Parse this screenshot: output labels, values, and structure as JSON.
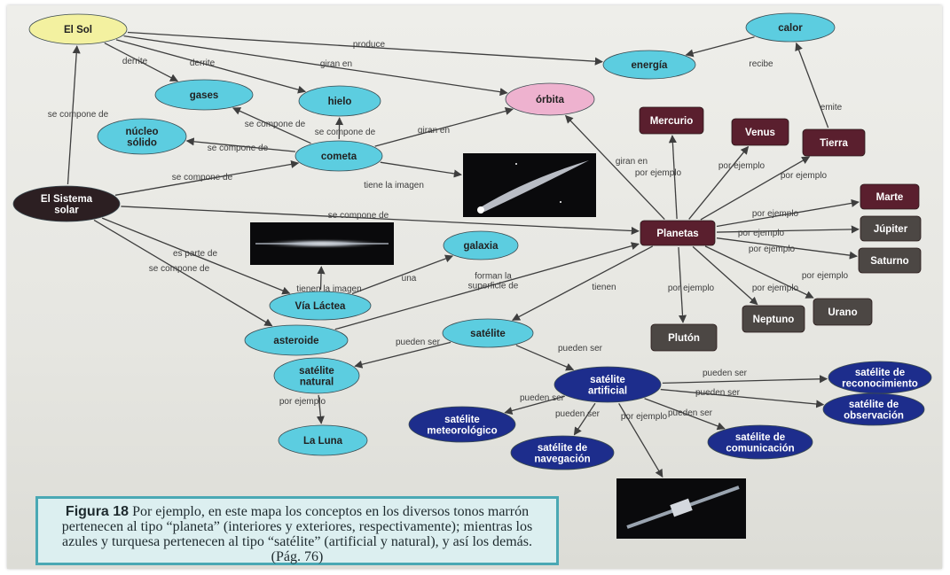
{
  "diagram": {
    "colors": {
      "sun": "#f3f1a0",
      "turquoise": "#5ccde0",
      "orbit": "#eeb2cf",
      "planet_inner": "#5a1f2e",
      "planet_outer": "#4c4744",
      "artificial": "#1d2d8c",
      "dark_node": "#2c1f22"
    },
    "nodes": [
      {
        "id": "sol",
        "label": "El Sol",
        "shape": "ellipse",
        "fill": "#f3f1a0",
        "text": "#222222"
      },
      {
        "id": "sistema",
        "label": "El Sistema\nsolar",
        "shape": "ellipse",
        "fill": "#2c1f22",
        "text": "#ffffff"
      },
      {
        "id": "gases",
        "label": "gases",
        "shape": "ellipse",
        "fill": "#5ccde0",
        "text": "#222222"
      },
      {
        "id": "hielo",
        "label": "hielo",
        "shape": "ellipse",
        "fill": "#5ccde0",
        "text": "#222222"
      },
      {
        "id": "nucleo",
        "label": "núcleo\nsólido",
        "shape": "ellipse",
        "fill": "#5ccde0",
        "text": "#222222"
      },
      {
        "id": "cometa",
        "label": "cometa",
        "shape": "ellipse",
        "fill": "#5ccde0",
        "text": "#222222"
      },
      {
        "id": "orbita",
        "label": "órbita",
        "shape": "ellipse",
        "fill": "#eeb2cf",
        "text": "#222222"
      },
      {
        "id": "energia",
        "label": "energía",
        "shape": "ellipse",
        "fill": "#5ccde0",
        "text": "#222222"
      },
      {
        "id": "calor",
        "label": "calor",
        "shape": "ellipse",
        "fill": "#5ccde0",
        "text": "#222222"
      },
      {
        "id": "mercurio",
        "label": "Mercurio",
        "shape": "rect",
        "fill": "#5a1f2e",
        "text": "#ffffff"
      },
      {
        "id": "venus",
        "label": "Venus",
        "shape": "rect",
        "fill": "#5a1f2e",
        "text": "#ffffff"
      },
      {
        "id": "tierra",
        "label": "Tierra",
        "shape": "rect",
        "fill": "#5a1f2e",
        "text": "#ffffff"
      },
      {
        "id": "marte",
        "label": "Marte",
        "shape": "rect",
        "fill": "#5a1f2e",
        "text": "#ffffff"
      },
      {
        "id": "jupiter",
        "label": "Júpiter",
        "shape": "rect",
        "fill": "#4c4744",
        "text": "#ffffff"
      },
      {
        "id": "saturno",
        "label": "Saturno",
        "shape": "rect",
        "fill": "#4c4744",
        "text": "#ffffff"
      },
      {
        "id": "planetas",
        "label": "Planetas",
        "shape": "rect",
        "fill": "#5a1f2e",
        "text": "#ffffff"
      },
      {
        "id": "pluton",
        "label": "Plutón",
        "shape": "rect",
        "fill": "#4c4744",
        "text": "#ffffff"
      },
      {
        "id": "neptuno",
        "label": "Neptuno",
        "shape": "rect",
        "fill": "#4c4744",
        "text": "#ffffff"
      },
      {
        "id": "urano",
        "label": "Urano",
        "shape": "rect",
        "fill": "#4c4744",
        "text": "#ffffff"
      },
      {
        "id": "galaxia",
        "label": "galaxia",
        "shape": "ellipse",
        "fill": "#5ccde0",
        "text": "#222222"
      },
      {
        "id": "vialactea",
        "label": "Vía Láctea",
        "shape": "ellipse",
        "fill": "#5ccde0",
        "text": "#222222"
      },
      {
        "id": "asteroide",
        "label": "asteroide",
        "shape": "ellipse",
        "fill": "#5ccde0",
        "text": "#222222"
      },
      {
        "id": "satelite",
        "label": "satélite",
        "shape": "ellipse",
        "fill": "#5ccde0",
        "text": "#222222"
      },
      {
        "id": "natural",
        "label": "satélite\nnatural",
        "shape": "ellipse",
        "fill": "#5ccde0",
        "text": "#222222"
      },
      {
        "id": "luna",
        "label": "La Luna",
        "shape": "ellipse",
        "fill": "#5ccde0",
        "text": "#222222"
      },
      {
        "id": "artificial",
        "label": "satélite\nartificial",
        "shape": "ellipse",
        "fill": "#1d2d8c",
        "text": "#ffffff"
      },
      {
        "id": "reconocimiento",
        "label": "satélite de\nreconocimiento",
        "shape": "ellipse",
        "fill": "#1d2d8c",
        "text": "#ffffff"
      },
      {
        "id": "observacion",
        "label": "satélite de\nobservación",
        "shape": "ellipse",
        "fill": "#1d2d8c",
        "text": "#ffffff"
      },
      {
        "id": "meteorologico",
        "label": "satélite\nmeteorológico",
        "shape": "ellipse",
        "fill": "#1d2d8c",
        "text": "#ffffff"
      },
      {
        "id": "navegacion",
        "label": "satélite de\nnavegación",
        "shape": "ellipse",
        "fill": "#1d2d8c",
        "text": "#ffffff"
      },
      {
        "id": "comunicacion",
        "label": "satélite de\ncomunicación",
        "shape": "ellipse",
        "fill": "#1d2d8c",
        "text": "#ffffff"
      }
    ],
    "edges": [
      {
        "from": "sistema",
        "to": "sol",
        "label": "se compone de"
      },
      {
        "from": "sol",
        "to": "energia",
        "label": "produce"
      },
      {
        "from": "sol",
        "to": "gases",
        "label": "derrite"
      },
      {
        "from": "sol",
        "to": "hielo",
        "label": "derrite"
      },
      {
        "from": "sol",
        "to": "orbita",
        "label": "giran en"
      },
      {
        "from": "calor",
        "to": "energia",
        "label": "recibe"
      },
      {
        "from": "tierra",
        "to": "calor",
        "label": "emite"
      },
      {
        "from": "cometa",
        "to": "gases",
        "label": "se compone de"
      },
      {
        "from": "cometa",
        "to": "hielo",
        "label": "se compone de"
      },
      {
        "from": "cometa",
        "to": "nucleo",
        "label": "se compone de"
      },
      {
        "from": "cometa",
        "to": "orbita",
        "label": "giran en"
      },
      {
        "from": "cometa",
        "to": "comet_img",
        "label": "tiene la imagen"
      },
      {
        "from": "sistema",
        "to": "cometa",
        "label": "se compone de"
      },
      {
        "from": "sistema",
        "to": "planetas",
        "label": "se compone de"
      },
      {
        "from": "sistema",
        "to": "vialactea",
        "label": "es parte de"
      },
      {
        "from": "sistema",
        "to": "asteroide",
        "label": "se compone de"
      },
      {
        "from": "planetas",
        "to": "orbita",
        "label": "giran en"
      },
      {
        "from": "planetas",
        "to": "mercurio",
        "label": "por ejemplo"
      },
      {
        "from": "planetas",
        "to": "venus",
        "label": "por ejemplo"
      },
      {
        "from": "planetas",
        "to": "tierra",
        "label": "por ejemplo"
      },
      {
        "from": "planetas",
        "to": "marte",
        "label": "por ejemplo"
      },
      {
        "from": "planetas",
        "to": "jupiter",
        "label": "por ejemplo"
      },
      {
        "from": "planetas",
        "to": "saturno",
        "label": "por ejemplo"
      },
      {
        "from": "planetas",
        "to": "urano",
        "label": "por ejemplo"
      },
      {
        "from": "planetas",
        "to": "neptuno",
        "label": "por ejemplo"
      },
      {
        "from": "planetas",
        "to": "pluton",
        "label": "por ejemplo"
      },
      {
        "from": "planetas",
        "to": "satelite",
        "label": "tienen"
      },
      {
        "from": "asteroide",
        "to": "planetas",
        "label": "forman la\nsuperficie de"
      },
      {
        "from": "vialactea",
        "to": "galaxia",
        "label": "una"
      },
      {
        "from": "vialactea",
        "to": "galaxy_img",
        "label": "tienen la imagen"
      },
      {
        "from": "satelite",
        "to": "natural",
        "label": "pueden ser"
      },
      {
        "from": "satelite",
        "to": "artificial",
        "label": "pueden ser"
      },
      {
        "from": "natural",
        "to": "luna",
        "label": "por ejemplo"
      },
      {
        "from": "artificial",
        "to": "reconocimiento",
        "label": "pueden ser"
      },
      {
        "from": "artificial",
        "to": "observacion",
        "label": "pueden ser"
      },
      {
        "from": "artificial",
        "to": "meteorologico",
        "label": "pueden ser"
      },
      {
        "from": "artificial",
        "to": "navegacion",
        "label": "pueden ser"
      },
      {
        "from": "artificial",
        "to": "comunicacion",
        "label": "pueden ser"
      },
      {
        "from": "artificial",
        "to": "sat_img",
        "label": "por ejemplo"
      }
    ],
    "images": [
      {
        "id": "comet_img",
        "depicts": "comet-photo"
      },
      {
        "id": "galaxy_img",
        "depicts": "galaxy-photo"
      },
      {
        "id": "sat_img",
        "depicts": "satellite-photo"
      }
    ]
  },
  "caption": {
    "figure": "Figura 18",
    "text": "Por ejemplo, en este mapa los conceptos en los diversos tonos marrón pertenecen al tipo “planeta” (interiores y exteriores, respectivamente); mientras los azules y turquesa pertenecen al tipo “satélite” (artificial y natural), y así los demás. (Pág. 76)"
  }
}
